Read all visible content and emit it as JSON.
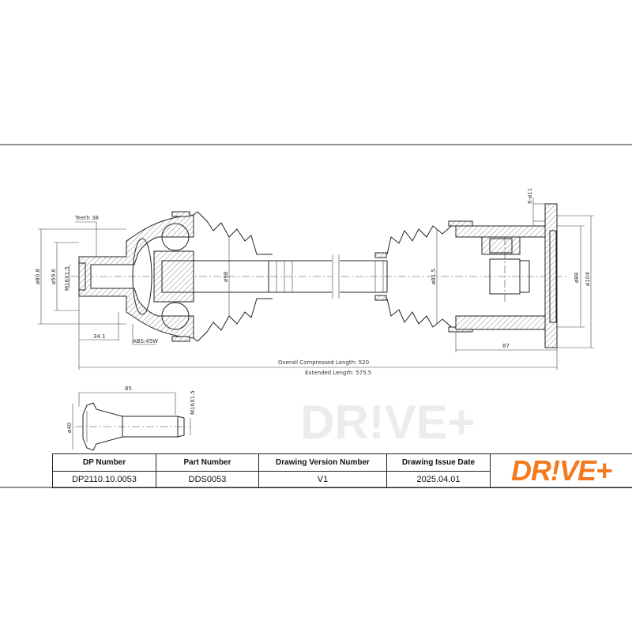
{
  "drawing": {
    "watermark": "DR!VE+",
    "dimensions": {
      "teeth": "Teeth 38",
      "d_outer_left": "ø80.8",
      "d_inner_left": "ø59.6",
      "thread_left": "M16X1.5",
      "stub_length": "34.1",
      "abs": "ABS:45W",
      "d_shaft": "ø98",
      "d_boot_right": "ø81.5",
      "d_housing": "ø88",
      "d_flange": "ø104",
      "holes": "6-ø11",
      "housing_length": "87",
      "overall_compressed": "Overall  Compressed  Length: 520",
      "extended": "Extended  Length: 575.5"
    },
    "bolt": {
      "length": "85",
      "diameter": "ø40",
      "thread": "M16X1.5"
    }
  },
  "table": {
    "headers": [
      "DP Number",
      "Part Number",
      "Drawing Version Number",
      "Drawing Issue Date"
    ],
    "values": [
      "DP2110.10.0053",
      "DDS0053",
      "V1",
      "2025.04.01"
    ],
    "logo": "DR!VE+",
    "brand_color": "#f47a20"
  }
}
